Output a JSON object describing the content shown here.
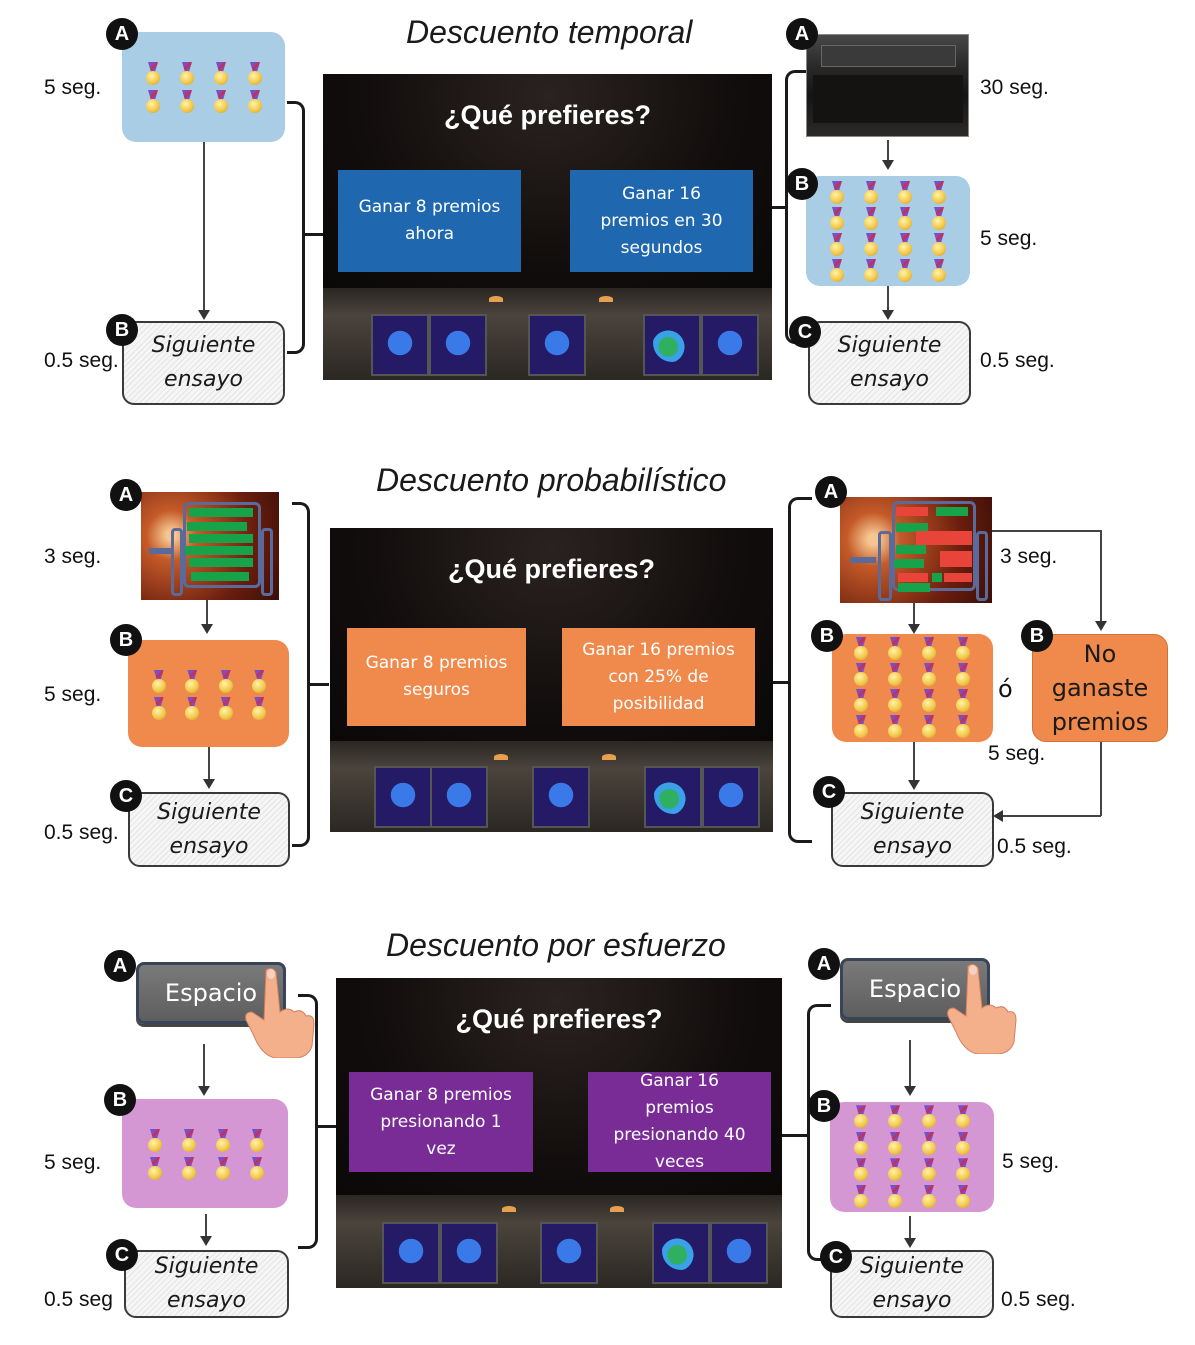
{
  "panels": [
    {
      "id": "temporal",
      "title": "Descuento temporal",
      "color": "#1f68b0",
      "screen": {
        "question": "¿Qué prefieres?",
        "option_left": [
          "Ganar 8 premios",
          "ahora"
        ],
        "option_right": [
          "Ganar 16",
          "premios en 30",
          "segundos"
        ]
      },
      "left": {
        "steps": [
          {
            "badge": "A",
            "duration": "5 seg.",
            "content": "8 premios",
            "medals": 8
          },
          {
            "badge": "B",
            "duration": "0.5 seg.",
            "content": [
              "Siguiente",
              "ensayo"
            ]
          }
        ]
      },
      "right": {
        "steps": [
          {
            "badge": "A",
            "duration": "30 seg.",
            "content": "espera (imagen cabina)"
          },
          {
            "badge": "B",
            "duration": "5 seg.",
            "content": "16 premios",
            "medals": 16
          },
          {
            "badge": "C",
            "duration": "0.5 seg.",
            "content": [
              "Siguiente",
              "ensayo"
            ]
          }
        ]
      }
    },
    {
      "id": "probabilistico",
      "title": "Descuento probabilístico",
      "color": "#ef8a4c",
      "screen": {
        "question": "¿Qué prefieres?",
        "option_left": [
          "Ganar 8 premios",
          "seguros"
        ],
        "option_right": [
          "Ganar 16 premios",
          "con 25% de",
          "posibilidad"
        ]
      },
      "left": {
        "steps": [
          {
            "badge": "A",
            "duration": "3 seg.",
            "content": "tómbola (boletos verdes)"
          },
          {
            "badge": "B",
            "duration": "5 seg.",
            "content": "8 premios",
            "medals": 8
          },
          {
            "badge": "C",
            "duration": "0.5 seg.",
            "content": [
              "Siguiente",
              "ensayo"
            ]
          }
        ]
      },
      "right": {
        "steps": [
          {
            "badge": "A",
            "duration": "3 seg.",
            "content": "tómbola (boletos rojos y verdes)"
          },
          {
            "badge": "B",
            "duration": "5 seg.",
            "content": "16 premios",
            "medals": 16
          },
          {
            "badge": "B",
            "content": [
              "No",
              "ganaste",
              "premios"
            ]
          },
          {
            "badge": "C",
            "duration": "0.5 seg.",
            "content": [
              "Siguiente",
              "ensayo"
            ]
          }
        ],
        "or_label": "ó"
      }
    },
    {
      "id": "esfuerzo",
      "title": "Descuento por esfuerzo",
      "color": "#7a2c96",
      "screen": {
        "question": "¿Qué prefieres?",
        "option_left": [
          "Ganar 8 premios",
          "presionando 1",
          "vez"
        ],
        "option_right": [
          "Ganar 16",
          "premios",
          "presionando 40",
          "veces"
        ]
      },
      "left": {
        "steps": [
          {
            "badge": "A",
            "content": "Espacio"
          },
          {
            "badge": "B",
            "duration": "5 seg.",
            "content": "8 premios",
            "medals": 8
          },
          {
            "badge": "C",
            "duration": "0.5 seg",
            "content": [
              "Siguiente",
              "ensayo"
            ]
          }
        ]
      },
      "right": {
        "steps": [
          {
            "badge": "A",
            "content": "Espacio"
          },
          {
            "badge": "B",
            "duration": "5 seg.",
            "content": "16 premios",
            "medals": 16
          },
          {
            "badge": "C",
            "duration": "0.5 seg.",
            "content": [
              "Siguiente",
              "ensayo"
            ]
          }
        ]
      }
    }
  ],
  "colors": {
    "temporal_reward_bg": "#a9cde4",
    "probabilistic_reward_bg": "#ef8a4c",
    "effort_reward_bg": "#d497d3"
  }
}
